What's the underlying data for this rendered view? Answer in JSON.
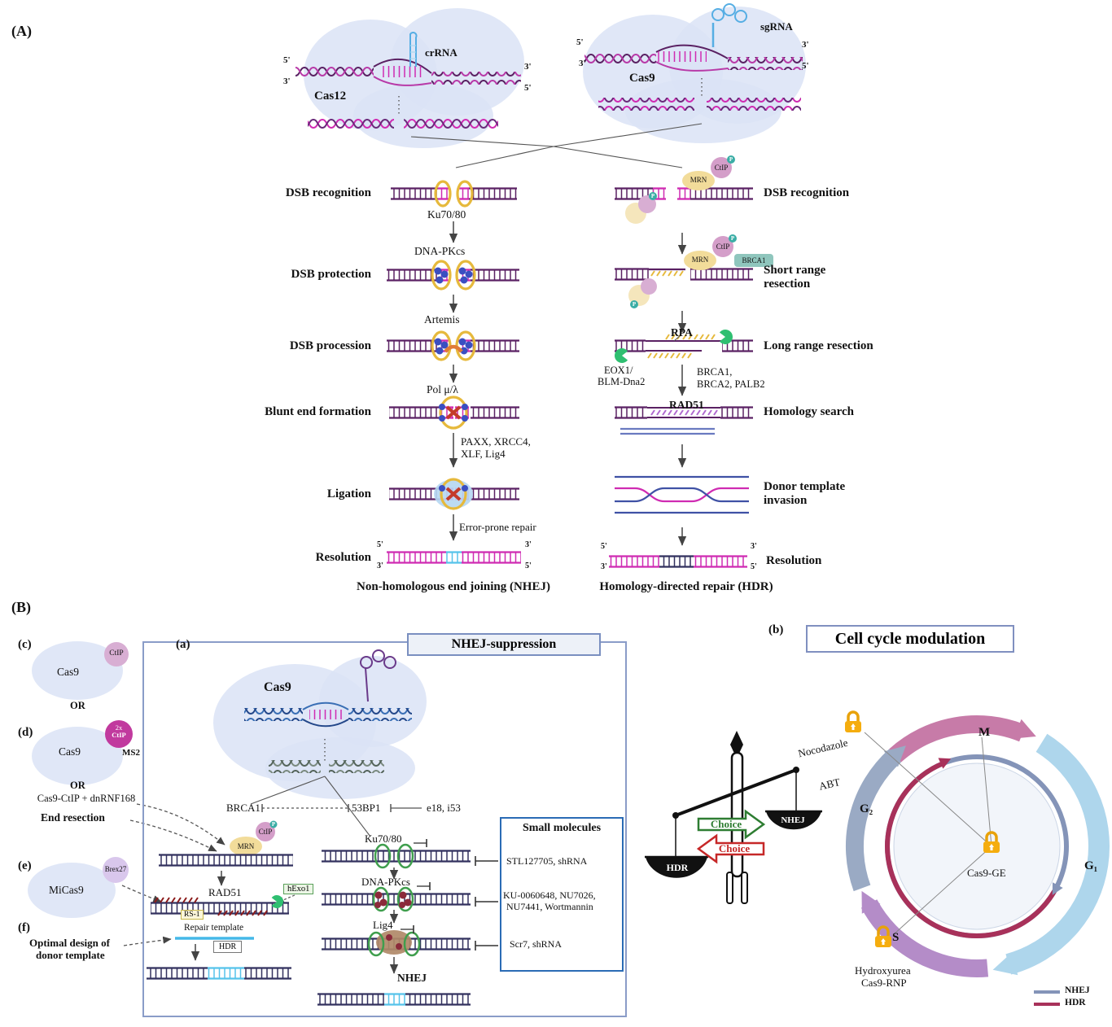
{
  "panel_a": {
    "tag": "(A)",
    "cas12": {
      "label": "Cas12",
      "rna": "crRNA"
    },
    "cas9": {
      "label": "Cas9",
      "rna": "sgRNA"
    },
    "ends": {
      "five": "5'",
      "three": "3'"
    },
    "nhej": {
      "title": "Non-homologous end joining (NHEJ)",
      "s1": "DSB recognition",
      "f1": "Ku70/80",
      "f2": "DNA-PKcs",
      "s2": "DSB protection",
      "f3": "Artemis",
      "s3": "DSB procession",
      "f4": "Pol μ/λ",
      "s4": "Blunt end formation",
      "f5a": "PAXX, XRCC4,",
      "f5b": "XLF, Lig4",
      "s5": "Ligation",
      "f6": "Error-prone repair",
      "s6": "Resolution"
    },
    "hdr": {
      "title": "Homology-directed repair (HDR)",
      "s1": "DSB recognition",
      "s2": "Short range resection",
      "s3": "Long range resection",
      "s4": "Homology search",
      "s5": "Donor template invasion",
      "s6": "Resolution",
      "ctip": "CtIP",
      "mrn": "MRN",
      "brca1": "BRCA1",
      "p": "P",
      "rpa": "RPA",
      "exo1a": "EOX1/",
      "exo1b": "BLM-Dna2",
      "brcas_a": "BRCA1,",
      "brcas_b": "BRCA2, PALB2",
      "rad51": "RAD51"
    }
  },
  "panel_b": {
    "tag": "(B)",
    "c": {
      "tag": "(c)",
      "cas9": "Cas9",
      "ctip": "CtIP"
    },
    "or1": "OR",
    "d": {
      "tag": "(d)",
      "cas9": "Cas9",
      "ctip1": "2x",
      "ctip2": "CtIP",
      "ms2": "MS2"
    },
    "or2": "OR",
    "fusion": "Cas9-CtIP + dnRNF168",
    "end_resection": "End resection",
    "e": {
      "tag": "(e)",
      "micas9": "MiCas9",
      "brex27": "Brex27"
    },
    "f": {
      "tag": "(f)",
      "line1": "Optimal design of",
      "line2": "donor template"
    },
    "a": {
      "tag": "(a)",
      "title": "NHEJ-suppression",
      "cas9": "Cas9",
      "brca1": "BRCA1",
      "bp53": "53BP1",
      "e18": "e18, i53",
      "mrn": "MRN",
      "ctip": "CtIP",
      "p": "P",
      "rad51": "RAD51",
      "hexo1": "hExo1",
      "rs1": "RS-1",
      "repair_template": "Repair template",
      "hdr": "HDR",
      "ku": "Ku70/80",
      "dnapkcs": "DNA-PKcs",
      "lig4": "Lig4",
      "nhej": "NHEJ",
      "sm": {
        "title": "Small molecules",
        "i1": "STL127705, shRNA",
        "i2a": "KU-0060648, NU7026,",
        "i2b": "NU7441, Wortmannin",
        "i3": "Scr7, shRNA"
      }
    },
    "b": {
      "tag": "(b)",
      "title": "Cell cycle modulation",
      "choice1": "Choice",
      "choice2": "Choice",
      "hdr_pan": "HDR",
      "nhej_pan": "NHEJ",
      "noco1": "Nocodazole",
      "noco2": "ABT",
      "m": "M",
      "g2": "G₂",
      "g1": "G₁",
      "s": "S",
      "cas9ge": "Cas9-GE",
      "hu1": "Hydroxyurea",
      "hu2": "Cas9-RNP",
      "legend_nhej": "NHEJ",
      "legend_hdr": "HDR"
    }
  }
}
